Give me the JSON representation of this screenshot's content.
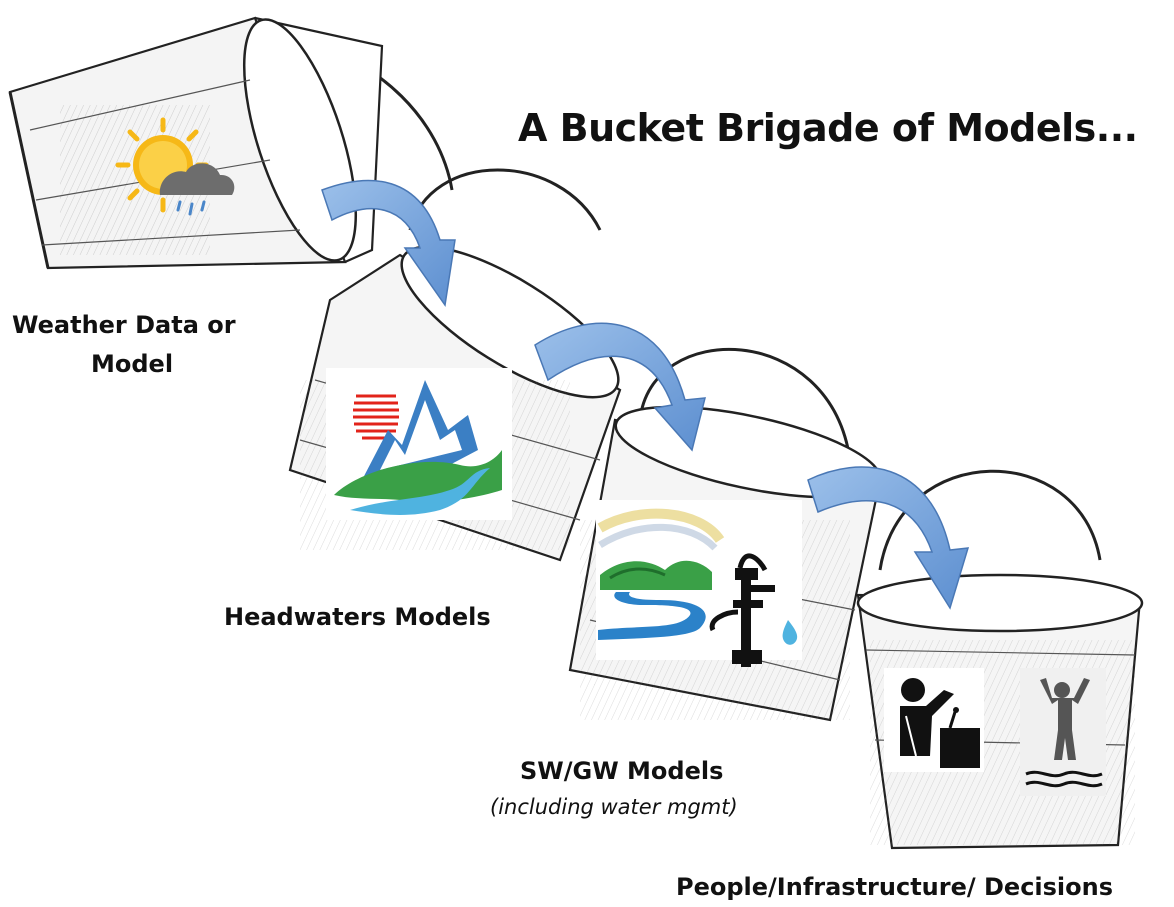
{
  "diagram": {
    "title": "A Bucket Brigade of Models...",
    "stages": [
      {
        "label_line1": "Weather Data or",
        "label_line2": "Model",
        "icon": "sun-cloud-rain-icon"
      },
      {
        "label": "Headwaters Models",
        "icon": "mountain-river-icon"
      },
      {
        "label": "SW/GW Models",
        "sublabel": "(including water mgmt)",
        "icon": "river-pump-icon"
      },
      {
        "label": "People/Infrastructure/ Decisions",
        "icon": "people-decision-icon"
      }
    ],
    "colors": {
      "arrow": "#7fa7d9",
      "arrow_edge": "#4a78b5",
      "sun": "#f6b817",
      "mountain_blue": "#3b7fc4",
      "hill_green": "#3aa047",
      "river_blue": "#4fb3e0",
      "sun_stripes_red": "#e2231a"
    }
  }
}
